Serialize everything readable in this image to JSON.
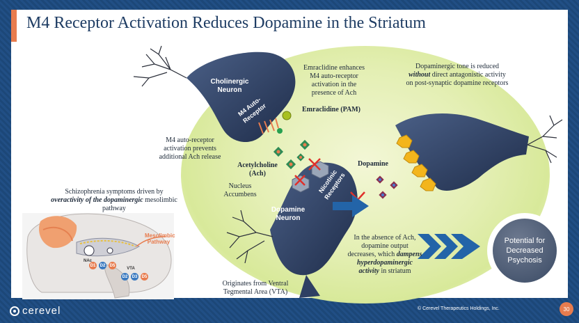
{
  "title": "M4 Receptor Activation Reduces Dopamine in the Striatum",
  "labels": {
    "cholinergic_neuron": "Cholinergic Neuron",
    "m4_receptor": "M4 Auto-Receptor",
    "emraclidine_note": "Emraclidine enhances M4 auto-receptor activation in the presence of Ach",
    "emraclidine": "Emraclidine (PAM)",
    "m4_prevents": "M4 auto-receptor activation prevents additional Ach release",
    "acetylcholine": "Acetylcholine (Ach)",
    "nucleus_accumbens": "Nucleus Accumbens",
    "nicotinic_receptors": "Nicotinic Receptors",
    "dopamine": "Dopamine",
    "dopamine_neuron": "Dopamine Neuron",
    "dopaminergic_tone_pre": "Dopaminergic tone is reduced ",
    "dopaminergic_tone_em": "without",
    "dopaminergic_tone_post": " direct antagonistic activity on post-synaptic dopamine receptors",
    "absence_pre": "In the absence of Ach, dopamine output decreases, which ",
    "absence_em": "dampens hyperdopaminergic activity",
    "absence_post": " in striatum",
    "originates": "Originates from Ventral Tegmental Area (VTA)",
    "schizo_pre": "Schizophrenia symptoms driven by ",
    "schizo_em": "overactivity of the dopaminergic",
    "schizo_post": " mesolimbic pathway",
    "potential": "Potential for Decreased Psychosis"
  },
  "brain": {
    "pathway": "Mesolimbic Pathway",
    "nac": "NAc",
    "vta": "VTA",
    "receptors_top": [
      "D1",
      "D2",
      "D5"
    ],
    "receptors_bottom": [
      "D2",
      "D3",
      "D5"
    ]
  },
  "footer": {
    "logo": "cerevel",
    "copyright": "© Cerevel Therapeutics Holdings, Inc.",
    "page": "30"
  },
  "colors": {
    "accent": "#e87c4e",
    "navy": "#1e3c63",
    "neuron": "#2e3f63",
    "receptor_gold": "#f3b51c",
    "arrow_blue": "#2364a8"
  }
}
